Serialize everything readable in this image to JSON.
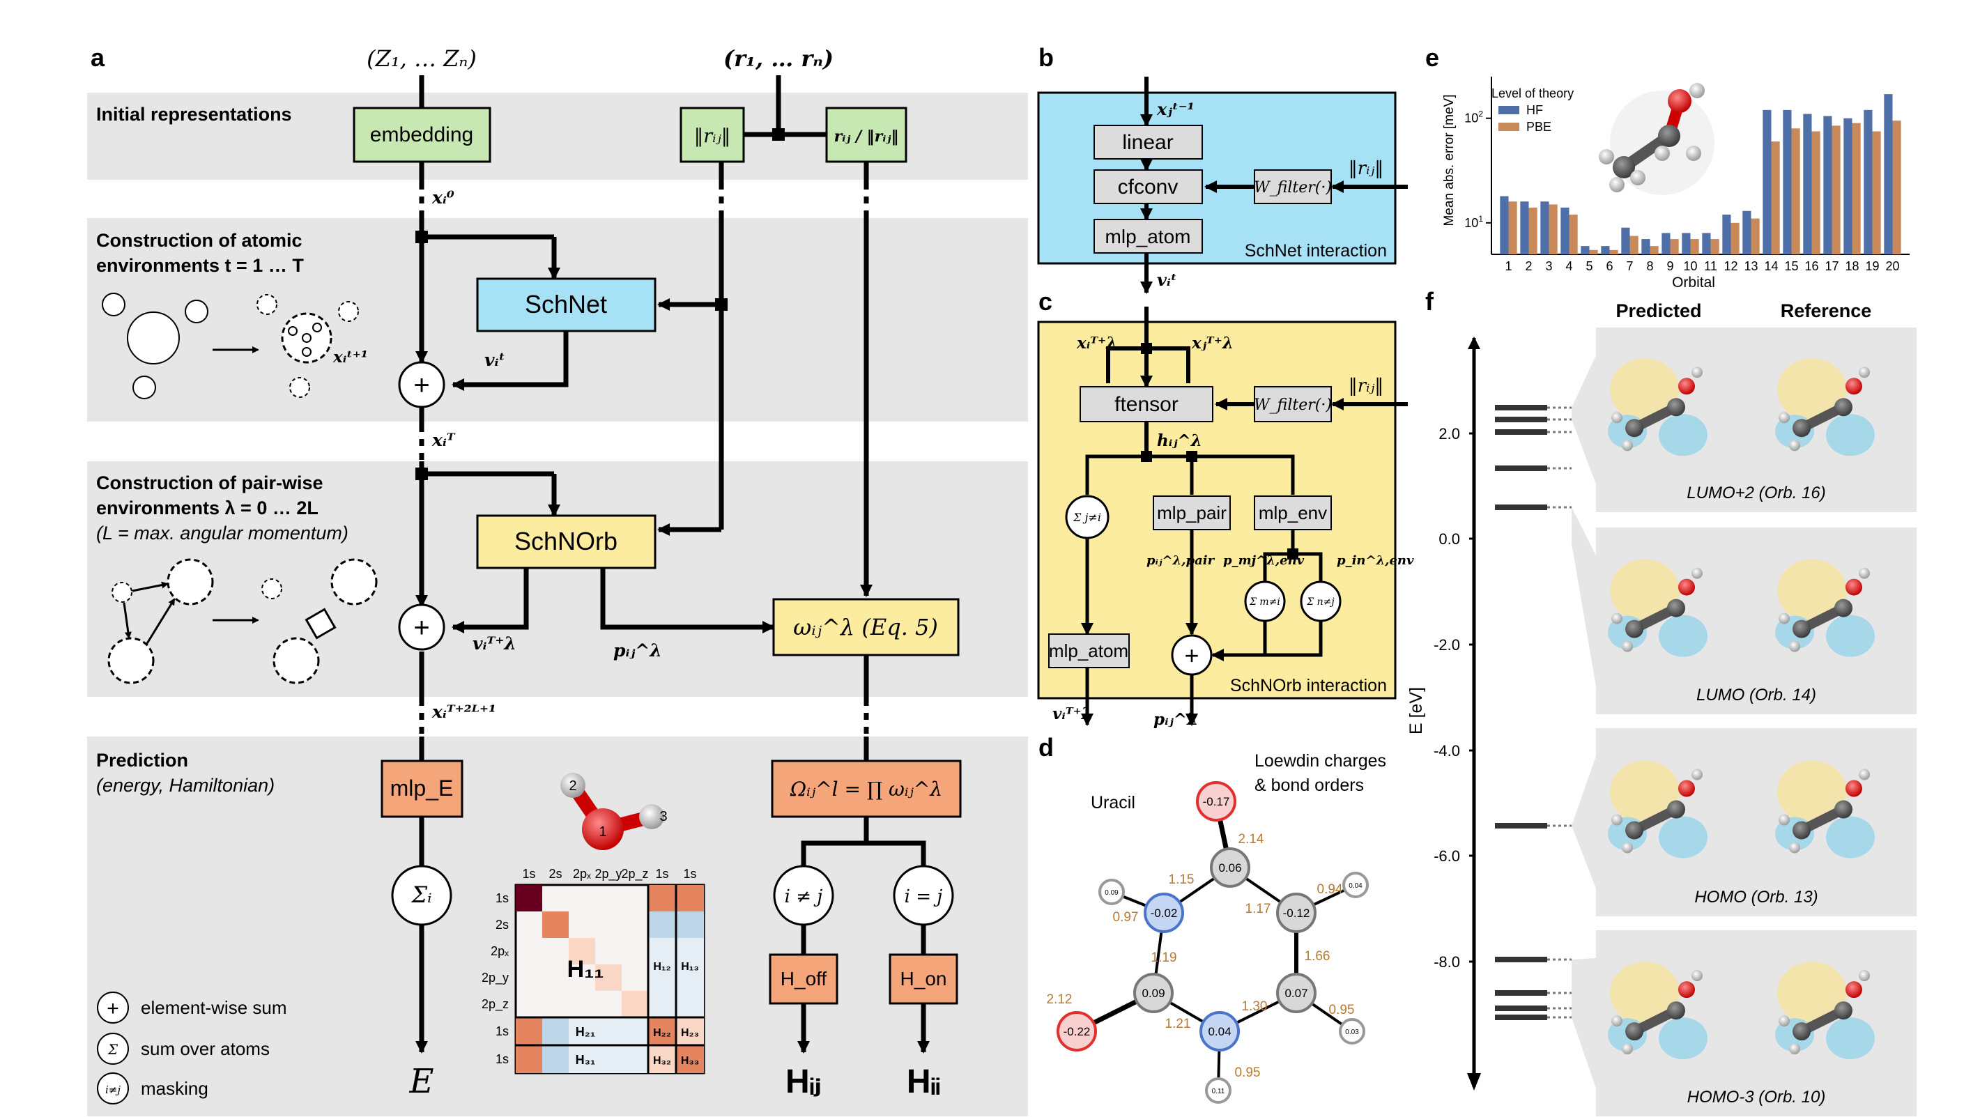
{
  "panels": {
    "a": "a",
    "b": "b",
    "c": "c",
    "d": "d",
    "e": "e",
    "f": "f"
  },
  "panel_a": {
    "inputs": {
      "z": "(Z₁, … Zₙ)",
      "r": "(r₁, … rₙ)"
    },
    "sections": {
      "initial": "Initial representations",
      "atomic_1": "Construction of atomic",
      "atomic_2": "environments t = 1 … T",
      "pair_1": "Construction of pair-wise",
      "pair_2": "environments λ = 0 … 2L",
      "pair_3": "(L = max. angular momentum)",
      "prediction_1": "Prediction",
      "prediction_2": "(energy, Hamiltonian)"
    },
    "boxes": {
      "embedding": "embedding",
      "rnorm": "‖rᵢⱼ‖",
      "rhat": "rᵢⱼ / ‖rᵢⱼ‖",
      "schnet": "SchNet",
      "schnorb": "SchNOrb",
      "omega": "ωᵢⱼ^λ (Eq. 5)",
      "mlpE": "mlp_E",
      "Omega": "Ωᵢⱼ^l = ∏ ωᵢⱼ^λ",
      "hoff": "H_off",
      "hon": "H_on"
    },
    "labels": {
      "x0": "xᵢ⁰",
      "vt": "vᵢᵗ",
      "xt1": "xᵢᵗ⁺¹",
      "xT": "xᵢᵀ",
      "vTl": "vᵢᵀ⁺λ",
      "pij": "pᵢⱼ^λ",
      "xT2L": "xᵢᵀ⁺²ᴸ⁺¹",
      "E": "E",
      "Hij": "Hᵢⱼ",
      "Hii": "Hᵢᵢ",
      "neq": "i ≠ j",
      "eq": "i = j",
      "sum_i": "Σᵢ"
    },
    "legend": {
      "sum": "element-wise sum",
      "atoms": "sum over atoms",
      "mask": "masking"
    },
    "matrix": {
      "col_labels": [
        "1s",
        "2s",
        "2pₓ",
        "2p_y",
        "2p_z",
        "1s",
        "1s"
      ],
      "row_labels": [
        "1s",
        "2s",
        "2pₓ",
        "2p_y",
        "2p_z",
        "1s",
        "1s"
      ],
      "blocks": {
        "h11": "H₁₁",
        "h12": "H₁₂",
        "h13": "H₁₃",
        "h21": "H₂₁",
        "h22": "H₂₂",
        "h23": "H₂₃",
        "h31": "H₃₁",
        "h32": "H₃₂",
        "h33": "H₃₃"
      },
      "atom_labels": [
        "1",
        "2",
        "3"
      ]
    }
  },
  "panel_b": {
    "input": "xⱼᵗ⁻¹",
    "linear": "linear",
    "cfconv": "cfconv",
    "mlp_atom": "mlp_atom",
    "wfilter": "W_filter(·)",
    "rnorm": "‖rᵢⱼ‖",
    "output": "vᵢᵗ",
    "caption": "SchNet interaction"
  },
  "panel_c": {
    "xi": "xᵢᵀ⁺λ",
    "xj": "xⱼᵀ⁺λ",
    "ftensor": "ftensor",
    "wfilter": "W_filter(·)",
    "rnorm": "‖rᵢⱼ‖",
    "h": "hᵢⱼ^λ",
    "sum_j": "Σ j≠i",
    "mlp_pair": "mlp_pair",
    "mlp_env": "mlp_env",
    "p_pair": "pᵢⱼ^λ,pair",
    "p_mj": "p_mj^λ,env",
    "p_in": "p_in^λ,env",
    "sum_m": "Σ m≠i",
    "sum_n": "Σ n≠j",
    "mlp_atom": "mlp_atom",
    "out_v": "vᵢᵀ⁺λ",
    "out_p": "pᵢⱼ^λ",
    "caption": "SchNOrb interaction"
  },
  "panel_d": {
    "title": "Uracil",
    "subtitle_1": "Loewdin charges",
    "subtitle_2": "& bond orders",
    "atoms": [
      "-0.17",
      "0.06",
      "0.09",
      "-0.02",
      "-0.12",
      "0.07",
      "0.04",
      "-0.22",
      "0.09",
      "0.04",
      "0.03",
      "0.11"
    ],
    "bonds": [
      "2.14",
      "1.15",
      "1.17",
      "0.97",
      "0.94",
      "1.19",
      "1.66",
      "2.12",
      "1.30",
      "0.95",
      "1.21",
      "0.95"
    ]
  },
  "chart_data": {
    "type": "bar",
    "title": "",
    "xlabel": "Orbital",
    "ylabel": "Mean abs. error [meV]",
    "yscale": "log",
    "ylim": [
      5,
      250
    ],
    "legend_title": "Level of theory",
    "legend_position": "top-left",
    "categories": [
      "1",
      "2",
      "3",
      "4",
      "5",
      "6",
      "7",
      "8",
      "9",
      "10",
      "11",
      "12",
      "13",
      "14",
      "15",
      "16",
      "17",
      "18",
      "19",
      "20"
    ],
    "series": [
      {
        "name": "HF",
        "color": "#4f6fa8",
        "values": [
          18,
          16,
          16,
          14,
          6,
          6,
          9,
          7,
          8,
          8,
          8,
          12,
          13,
          120,
          120,
          110,
          105,
          100,
          120,
          170
        ]
      },
      {
        "name": "PBE",
        "color": "#c98a5b",
        "values": [
          16,
          14,
          15,
          12,
          5.5,
          5.5,
          7.5,
          6,
          7,
          7,
          7,
          10,
          11,
          60,
          80,
          75,
          85,
          90,
          75,
          95
        ]
      }
    ]
  },
  "panel_f": {
    "col_predicted": "Predicted",
    "col_reference": "Reference",
    "axis_label": "E [eV]",
    "ticks": [
      "2.0",
      "0.0",
      "-2.0",
      "-4.0",
      "-6.0",
      "-8.0"
    ],
    "orbitals": [
      "LUMO+2 (Orb. 16)",
      "LUMO (Orb. 14)",
      "HOMO (Orb. 13)",
      "HOMO-3 (Orb. 10)"
    ]
  }
}
